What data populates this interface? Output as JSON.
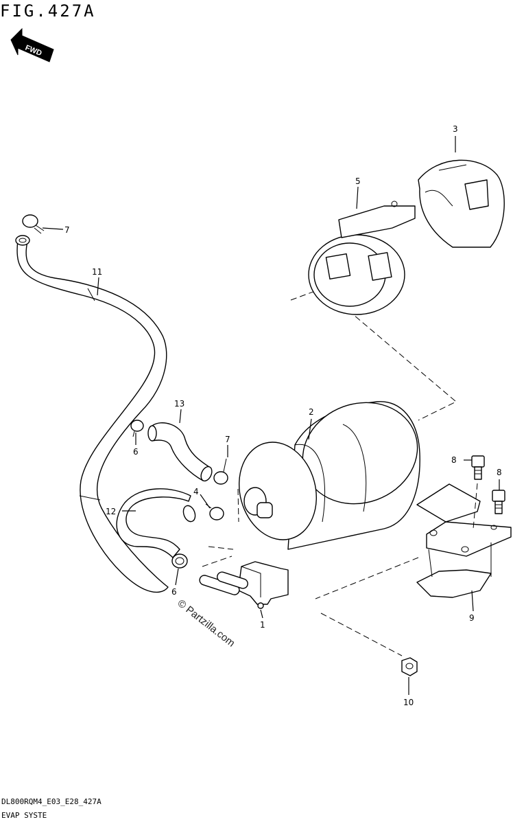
{
  "figure": {
    "title": "FIG.427A",
    "direction_badge": "FWD",
    "watermark": "© Partzilla.com"
  },
  "footer": {
    "code": "DL800RQM4_E03_E28_427A",
    "name": "EVAP SYSTE"
  },
  "callouts": [
    {
      "id": "c1",
      "label": "1"
    },
    {
      "id": "c2",
      "label": "2"
    },
    {
      "id": "c3",
      "label": "3"
    },
    {
      "id": "c4",
      "label": "4"
    },
    {
      "id": "c5",
      "label": "5"
    },
    {
      "id": "c6a",
      "label": "6"
    },
    {
      "id": "c6b",
      "label": "6"
    },
    {
      "id": "c7a",
      "label": "7"
    },
    {
      "id": "c7b",
      "label": "7"
    },
    {
      "id": "c8a",
      "label": "8"
    },
    {
      "id": "c8b",
      "label": "8"
    },
    {
      "id": "c9",
      "label": "9"
    },
    {
      "id": "c10",
      "label": "10"
    },
    {
      "id": "c11",
      "label": "11"
    },
    {
      "id": "c12",
      "label": "12"
    },
    {
      "id": "c13",
      "label": "13"
    }
  ]
}
